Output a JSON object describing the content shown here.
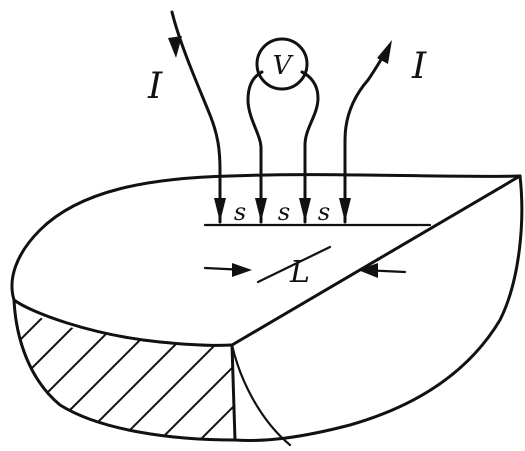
{
  "diagram": {
    "current_label_left": "I",
    "current_label_right": "I",
    "voltmeter_label": "V",
    "spacing_labels": [
      "s",
      "s",
      "s"
    ],
    "length_label": "L"
  }
}
